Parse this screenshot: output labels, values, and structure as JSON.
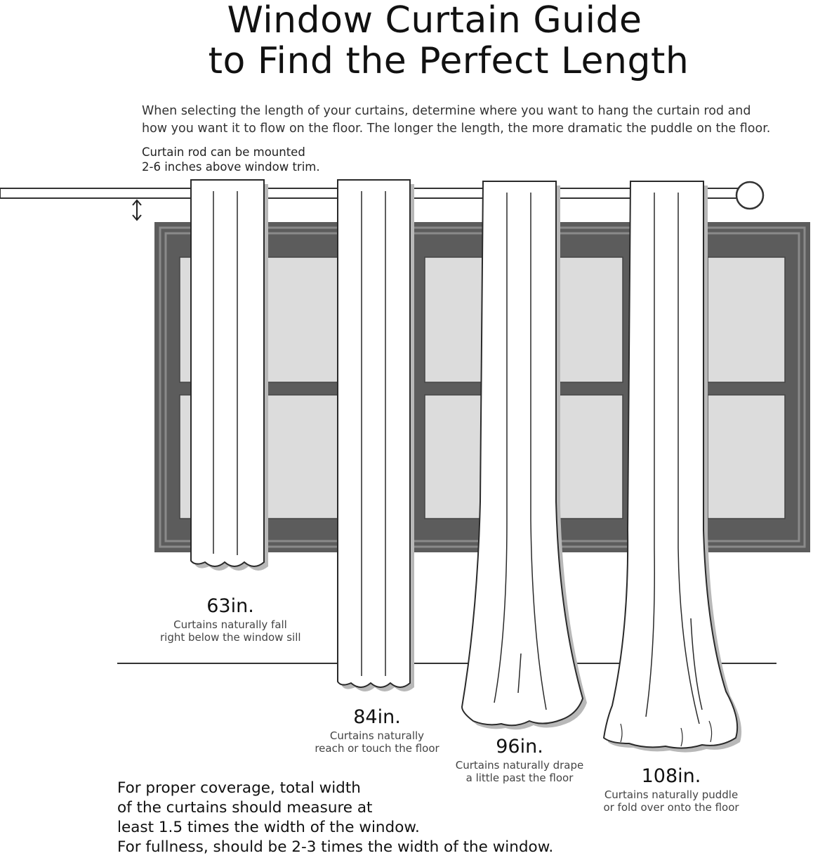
{
  "title": {
    "line1": "Window Curtain Guide",
    "line2": "to Find the Perfect Length"
  },
  "intro": {
    "line1": "When selecting the length of your curtains, determine where you want to hang the curtain rod and",
    "line2": "how you want it to flow on the floor. The longer the length, the more dramatic the puddle on the floor."
  },
  "rod_note": {
    "line1": "Curtain rod can be mounted",
    "line2": "2-6 inches above window trim."
  },
  "lengths": [
    {
      "label": "63in.",
      "desc1": "Curtains naturally fall",
      "desc2": "right below the window sill"
    },
    {
      "label": "84in.",
      "desc1": "Curtains naturally",
      "desc2": "reach or touch the floor"
    },
    {
      "label": "96in.",
      "desc1": "Curtains naturally drape",
      "desc2": "a little past the floor"
    },
    {
      "label": "108in.",
      "desc1": "Curtains naturally puddle",
      "desc2": "or fold over onto the floor"
    }
  ],
  "coverage": {
    "line1": "For proper coverage, total width",
    "line2": "of the curtains should measure at",
    "line3": "least 1.5 times the width of the window.",
    "line4": "For fullness, should be 2-3 times the width of the window."
  },
  "colors": {
    "frame_dark": "#5c5c5c",
    "frame_mid": "#7a7a7a",
    "glass": "#dcdcdc",
    "outline": "#2a2a2a",
    "shadow": "#b8b8b8"
  }
}
